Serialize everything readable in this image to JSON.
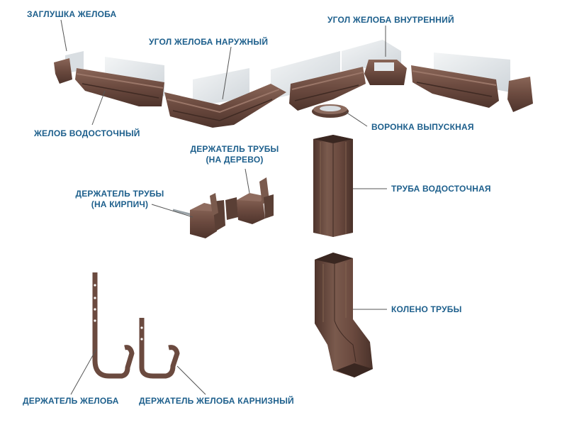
{
  "colors": {
    "label": "#1d5f8c",
    "leader": "#555555",
    "brown": "#6b4a3f",
    "brown_dark": "#4e342c",
    "brown_light": "#8a6658",
    "metal": "#e6eaed",
    "metal_shade": "#c9cfd4"
  },
  "labels": {
    "end_cap": "ЗАГЛУШКА ЖЕЛОБА",
    "outer_corner": "УГОЛ ЖЕЛОБА НАРУЖНЫЙ",
    "inner_corner": "УГОЛ ЖЕЛОБА ВНУТРЕННИЙ",
    "gutter": "ЖЕЛОБ ВОДОСТОЧНЫЙ",
    "funnel": "ВОРОНКА ВЫПУСКНАЯ",
    "pipe_holder_wood_line1": "ДЕРЖАТЕЛЬ ТРУБЫ",
    "pipe_holder_wood_line2": "(НА ДЕРЕВО)",
    "pipe_holder_brick_line1": "ДЕРЖАТЕЛЬ ТРУБЫ",
    "pipe_holder_brick_line2": "(НА КИРПИЧ)",
    "downpipe": "ТРУБА ВОДОСТОЧНАЯ",
    "pipe_elbow": "КОЛЕНО ТРУБЫ",
    "gutter_bracket": "ДЕРЖАТЕЛЬ ЖЕЛОБА",
    "fascia_bracket": "ДЕРЖАТЕЛЬ ЖЕЛОБА КАРНИЗНЫЙ"
  }
}
